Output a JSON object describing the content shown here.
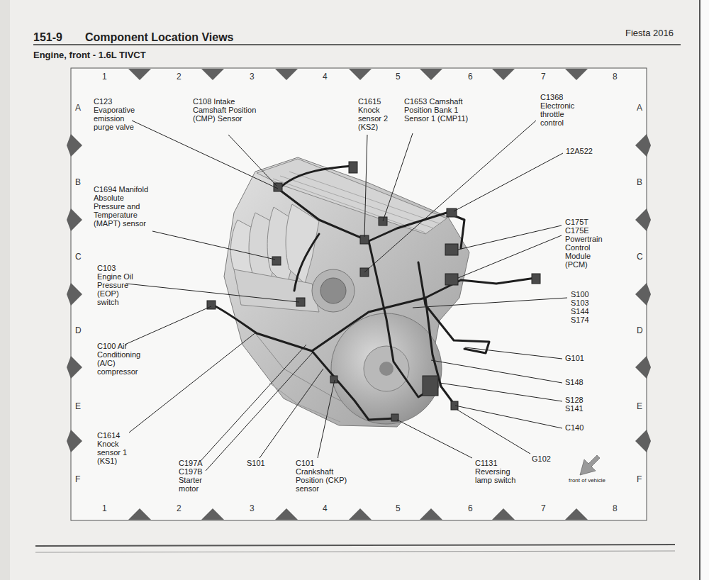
{
  "diagram": {
    "title": "Component Location Views",
    "labels": [
      "151-9",
      "Fiesta 2016",
      "Engine, front - 1.6L TIVCT",
      "1",
      "2",
      "3",
      "4",
      "5",
      "6",
      "7",
      "8",
      "1",
      "2",
      "3",
      "4",
      "5",
      "6",
      "7",
      "8",
      "A",
      "B",
      "C",
      "D",
      "E",
      "F",
      "A",
      "B",
      "C",
      "D",
      "E",
      "F",
      "C123 Evaporative emission purge valve",
      "C108 Intake Camshaft Position (CMP) Sensor",
      "C1615 Knock sensor 2 (KS2)",
      "C1653 Camshaft Position Bank 1 Sensor 1 (CMP11)",
      "C1368 Electronic throttle control",
      "12A522",
      "C1694 Manifold Absolute Pressure and Temperature (MAPT) sensor",
      "C175T C175E Powertrain Control Module (PCM)",
      "C103 Engine Oil Pressure (EOP) switch",
      "S100 S103 S144 S174",
      "C100 Air Conditioning (A/C) compressor",
      "G101",
      "S148",
      "S128 S141",
      "C140",
      "C1614 Knock sensor 1 (KS1)",
      "C197A C197B Starter motor",
      "S101",
      "C101 Crankshaft Position (CKP) sensor",
      "C1131 Reversing lamp switch",
      "G102",
      "front of vehicle"
    ]
  }
}
